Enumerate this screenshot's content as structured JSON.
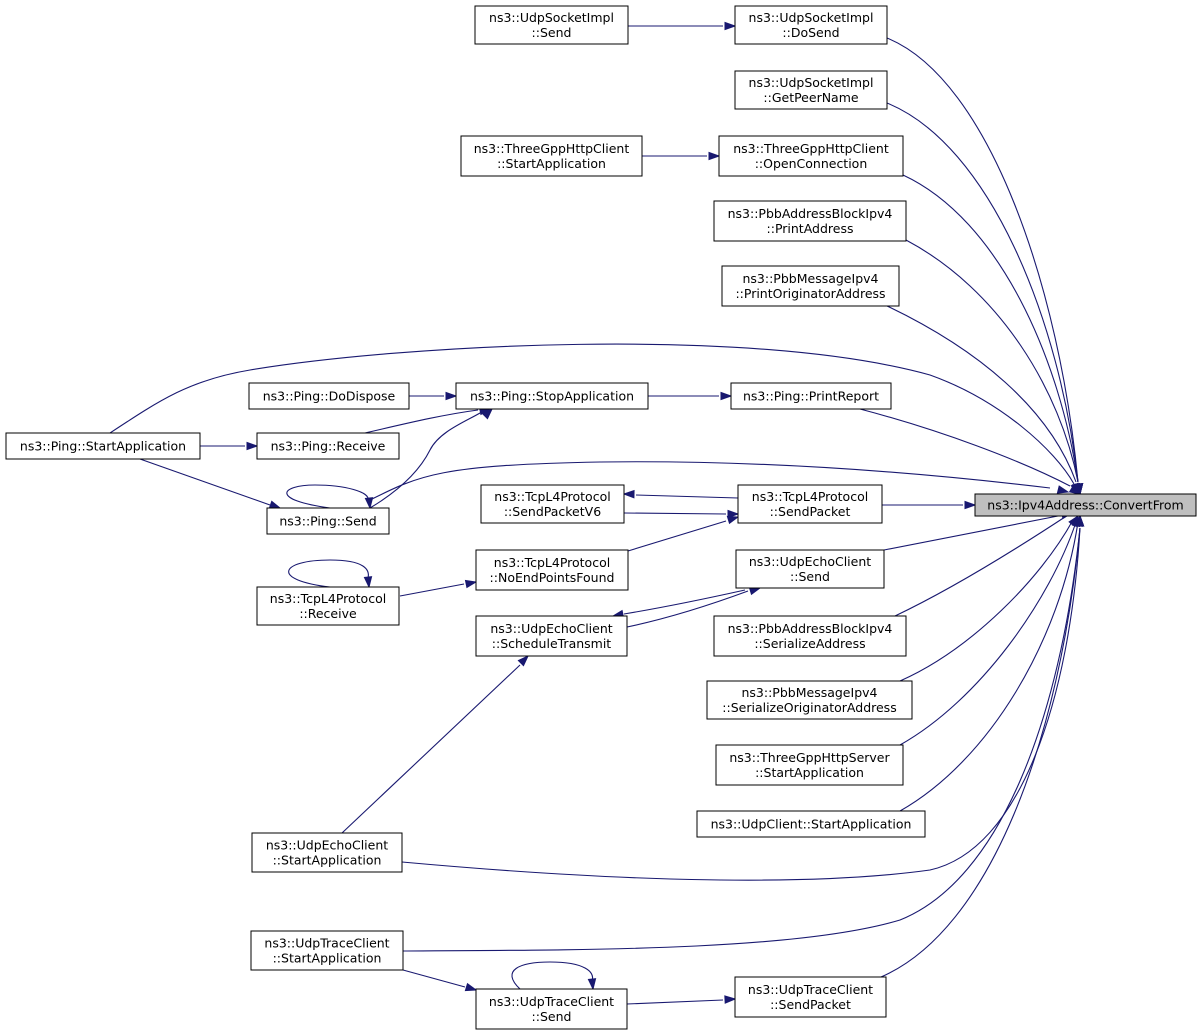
{
  "graph": {
    "colors": {
      "edge": "#191970",
      "node_border": "#000000",
      "root_fill": "#bfbfbf",
      "node_fill": "#ffffff"
    },
    "nodes": {
      "root": {
        "lines": [
          "ns3::Ipv4Address::ConvertFrom"
        ]
      },
      "udp_socket_send": {
        "lines": [
          "ns3::UdpSocketImpl",
          "::Send"
        ]
      },
      "udp_socket_dosend": {
        "lines": [
          "ns3::UdpSocketImpl",
          "::DoSend"
        ]
      },
      "udp_socket_getpeername": {
        "lines": [
          "ns3::UdpSocketImpl",
          "::GetPeerName"
        ]
      },
      "threegpp_client_start": {
        "lines": [
          "ns3::ThreeGppHttpClient",
          "::StartApplication"
        ]
      },
      "threegpp_client_openconn": {
        "lines": [
          "ns3::ThreeGppHttpClient",
          "::OpenConnection"
        ]
      },
      "pbb_block_printaddress": {
        "lines": [
          "ns3::PbbAddressBlockIpv4",
          "::PrintAddress"
        ]
      },
      "pbb_msg_printorig": {
        "lines": [
          "ns3::PbbMessageIpv4",
          "::PrintOriginatorAddress"
        ]
      },
      "ping_dodispose": {
        "lines": [
          "ns3::Ping::DoDispose"
        ]
      },
      "ping_stopapp": {
        "lines": [
          "ns3::Ping::StopApplication"
        ]
      },
      "ping_printreport": {
        "lines": [
          "ns3::Ping::PrintReport"
        ]
      },
      "ping_startapp": {
        "lines": [
          "ns3::Ping::StartApplication"
        ]
      },
      "ping_receive": {
        "lines": [
          "ns3::Ping::Receive"
        ]
      },
      "ping_send": {
        "lines": [
          "ns3::Ping::Send"
        ]
      },
      "tcp_sendpacketv6": {
        "lines": [
          "ns3::TcpL4Protocol",
          "::SendPacketV6"
        ]
      },
      "tcp_sendpacket": {
        "lines": [
          "ns3::TcpL4Protocol",
          "::SendPacket"
        ]
      },
      "tcp_noendpoints": {
        "lines": [
          "ns3::TcpL4Protocol",
          "::NoEndPointsFound"
        ]
      },
      "tcp_receive": {
        "lines": [
          "ns3::TcpL4Protocol",
          "::Receive"
        ]
      },
      "udpecho_send": {
        "lines": [
          "ns3::UdpEchoClient",
          "::Send"
        ]
      },
      "udpecho_schedule": {
        "lines": [
          "ns3::UdpEchoClient",
          "::ScheduleTransmit"
        ]
      },
      "pbb_block_serialize": {
        "lines": [
          "ns3::PbbAddressBlockIpv4",
          "::SerializeAddress"
        ]
      },
      "pbb_msg_serializeorig": {
        "lines": [
          "ns3::PbbMessageIpv4",
          "::SerializeOriginatorAddress"
        ]
      },
      "threegpp_server_start": {
        "lines": [
          "ns3::ThreeGppHttpServer",
          "::StartApplication"
        ]
      },
      "udpclient_start": {
        "lines": [
          "ns3::UdpClient::StartApplication"
        ]
      },
      "udpecho_start": {
        "lines": [
          "ns3::UdpEchoClient",
          "::StartApplication"
        ]
      },
      "udptrace_start": {
        "lines": [
          "ns3::UdpTraceClient",
          "::StartApplication"
        ]
      },
      "udptrace_send": {
        "lines": [
          "ns3::UdpTraceClient",
          "::Send"
        ]
      },
      "udptrace_sendpacket": {
        "lines": [
          "ns3::UdpTraceClient",
          "::SendPacket"
        ]
      }
    }
  }
}
